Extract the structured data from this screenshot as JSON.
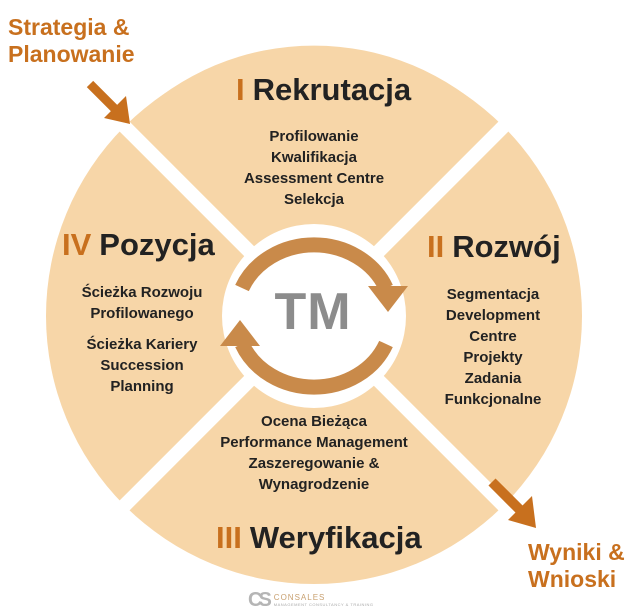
{
  "colors": {
    "accent": "#c8701e",
    "segment": "#f7d6a8",
    "ring": "#c98a4a",
    "center_text": "#8c8c8c",
    "text": "#222222"
  },
  "corners": {
    "top_left": {
      "line1": "Strategia &",
      "line2": "Planowanie"
    },
    "bottom_right": {
      "line1": "Wyniki &",
      "line2": "Wnioski"
    }
  },
  "center": {
    "label": "TM"
  },
  "quadrants": {
    "top": {
      "number": "I",
      "title": "Rekrutacja",
      "items": [
        "Profilowanie",
        "Kwalifikacja",
        "Assessment Centre",
        "Selekcja"
      ]
    },
    "right": {
      "number": "II",
      "title": "Rozwój",
      "items": [
        "Segmentacja",
        "Development",
        "Centre",
        "Projekty",
        "Zadania",
        "Funkcjonalne"
      ]
    },
    "bottom": {
      "number": "III",
      "title": "Weryfikacja",
      "items": [
        "Ocena Bieżąca",
        "Performance Management",
        "Zaszeregowanie &",
        "Wynagrodzenie"
      ]
    },
    "left": {
      "number": "IV",
      "title": "Pozycja",
      "items": [
        "Ścieżka Rozwoju",
        "Profilowanego",
        "Ścieżka Kariery",
        "Succession",
        "Planning"
      ]
    }
  },
  "logo": {
    "mark": "CS",
    "name": "CONSALES",
    "tagline": "MANAGEMENT CONSULTANCY & TRAINING"
  }
}
